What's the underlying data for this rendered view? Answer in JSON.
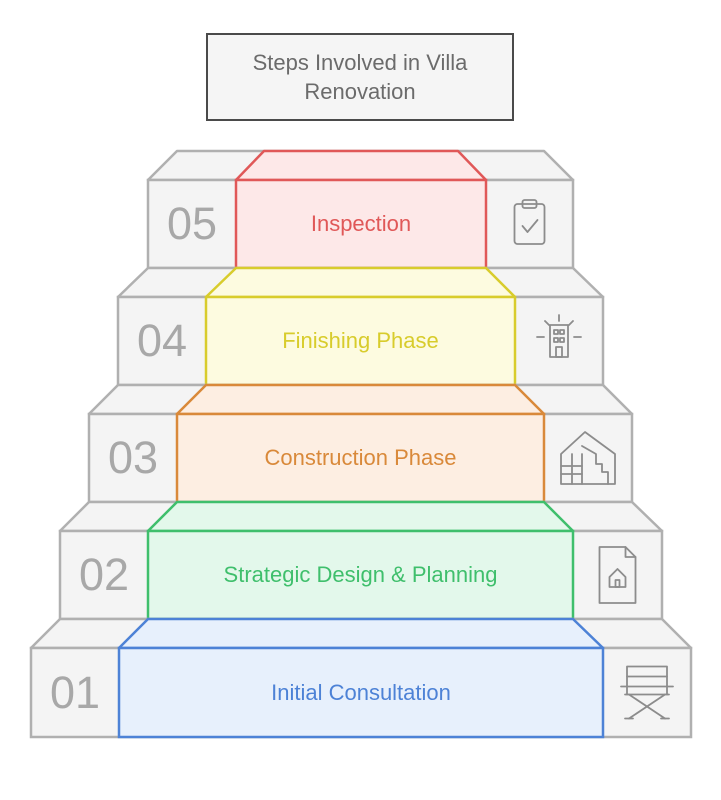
{
  "title": "Steps Involved in Villa Renovation",
  "steps": [
    {
      "number": "05",
      "label": "Inspection",
      "color": "#e05858",
      "fill": "#fde8e8",
      "icon": "clipboard-check-icon"
    },
    {
      "number": "04",
      "label": "Finishing Phase",
      "color": "#d8cc2c",
      "fill": "#fdfbe0",
      "icon": "building-icon"
    },
    {
      "number": "03",
      "label": "Construction Phase",
      "color": "#d9893a",
      "fill": "#fdeee2",
      "icon": "house-floorplan-icon"
    },
    {
      "number": "02",
      "label": "Strategic Design & Planning",
      "color": "#3fbf6c",
      "fill": "#e3f8eb",
      "icon": "house-document-icon"
    },
    {
      "number": "01",
      "label": "Initial Consultation",
      "color": "#4d82d6",
      "fill": "#e7f0fc",
      "icon": "directors-chair-icon"
    }
  ],
  "colors": {
    "stair_outline": "#b0b0b0",
    "stair_fill": "#f4f4f4",
    "number_text": "#a8a8a8",
    "icon_stroke": "#8c8c8c"
  }
}
